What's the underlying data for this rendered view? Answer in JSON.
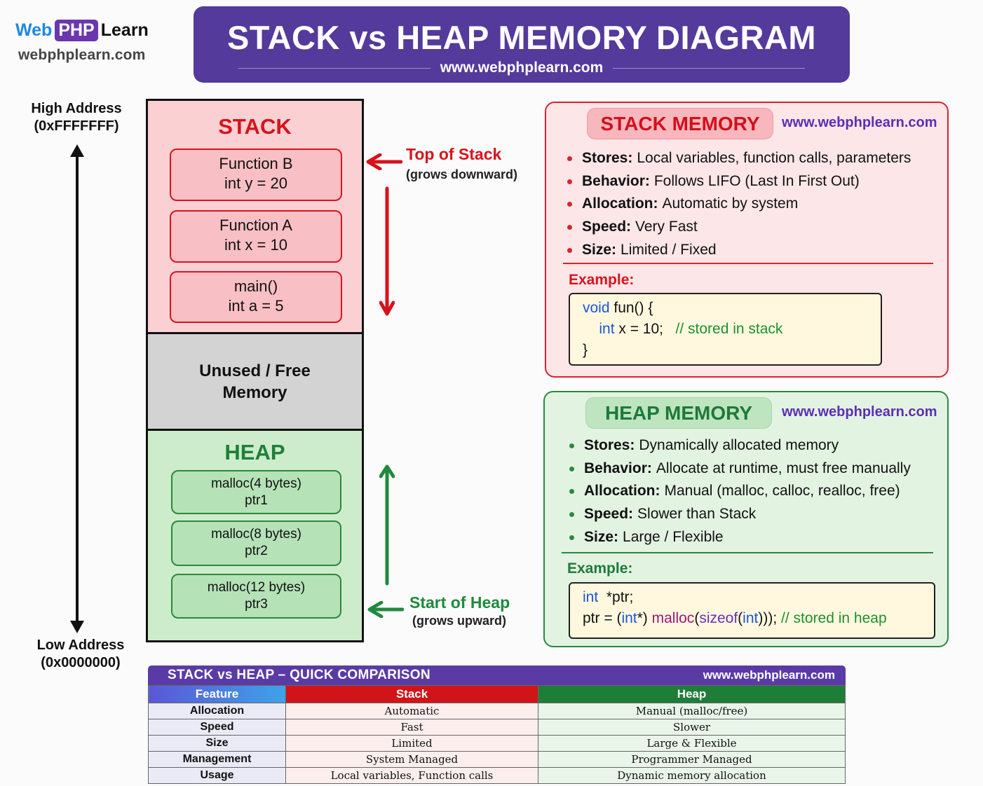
{
  "logo": {
    "part1": "Web",
    "part2": "PHP",
    "part3": "Learn",
    "url": "webphplearn.com"
  },
  "banner": {
    "title": "STACK vs HEAP MEMORY DIAGRAM",
    "subtitle": "www.webphplearn.com"
  },
  "address": {
    "high_label": "High Address",
    "high_value": "(0xFFFFFFF)",
    "low_label": "Low Address",
    "low_value": "(0x0000000)",
    "arrow_icon": "double-arrow-vertical-icon"
  },
  "memory": {
    "stack": {
      "title": "STACK",
      "frames": [
        {
          "line1": "Function B",
          "line2": "int y = 20"
        },
        {
          "line1": "Function A",
          "line2": "int x = 10"
        },
        {
          "line1": "main()",
          "line2": "int a = 5"
        }
      ]
    },
    "free": {
      "line1": "Unused / Free",
      "line2": "Memory"
    },
    "heap": {
      "title": "HEAP",
      "blocks": [
        {
          "line1": "malloc(4 bytes)",
          "line2": "ptr1"
        },
        {
          "line1": "malloc(8 bytes)",
          "line2": "ptr2"
        },
        {
          "line1": "malloc(12 bytes)",
          "line2": "ptr3"
        }
      ]
    }
  },
  "annotations": {
    "stack_top": {
      "title": "Top of Stack",
      "sub": "(grows downward)",
      "color": "#d9121b"
    },
    "heap_start": {
      "title": "Start of Heap",
      "sub": "(grows upward)",
      "color": "#1f8a3d"
    }
  },
  "stack_panel": {
    "title": "STACK MEMORY",
    "url": "www.webphplearn.com",
    "accent": "#d9242c",
    "bullets": [
      {
        "label": "Stores:",
        "text": "Local variables, function calls, parameters"
      },
      {
        "label": "Behavior:",
        "text": "Follows LIFO (Last In First Out)"
      },
      {
        "label": "Allocation:",
        "text": "Automatic by system"
      },
      {
        "label": "Speed:",
        "text": "Very Fast"
      },
      {
        "label": "Size:",
        "text": "Limited / Fixed"
      }
    ],
    "example_label": "Example:",
    "code": {
      "l1_kw": "void",
      "l1_rest": " fun() {",
      "l2_kw": "int",
      "l2_rest": " x = 10;",
      "l2_comment": "// stored in stack",
      "l3": "}"
    }
  },
  "heap_panel": {
    "title": "HEAP MEMORY",
    "url": "www.webphplearn.com",
    "accent": "#2a8a3c",
    "bullets": [
      {
        "label": "Stores:",
        "text": "Dynamically allocated memory"
      },
      {
        "label": "Behavior:",
        "text": "Allocate at runtime, must free manually"
      },
      {
        "label": "Allocation:",
        "text": "Manual (malloc, calloc, realloc, free)"
      },
      {
        "label": "Speed:",
        "text": "Slower than Stack"
      },
      {
        "label": "Size:",
        "text": "Large / Flexible"
      }
    ],
    "example_label": "Example:",
    "code": {
      "l1_kw": "int",
      "l1_rest": "  *ptr;",
      "l2_a": "ptr = (",
      "l2_kw1": "int",
      "l2_b": "*) ",
      "l2_fn": "malloc",
      "l2_c": "(",
      "l2_sz": "sizeof",
      "l2_d": "(",
      "l2_kw2": "int",
      "l2_e": ")));",
      "l2_comment": "// stored in heap"
    }
  },
  "comparison": {
    "title": "STACK vs HEAP – QUICK COMPARISON",
    "url": "www.webphplearn.com",
    "headers": [
      "Feature",
      "Stack",
      "Heap"
    ],
    "header_colors": [
      "#3f8fe0",
      "#d01418",
      "#1e7d37"
    ],
    "rows": [
      [
        "Allocation",
        "Automatic",
        "Manual (malloc/free)"
      ],
      [
        "Speed",
        "Fast",
        "Slower"
      ],
      [
        "Size",
        "Limited",
        "Large & Flexible"
      ],
      [
        "Management",
        "System Managed",
        "Programmer Managed"
      ],
      [
        "Usage",
        "Local variables, Function calls",
        "Dynamic memory allocation"
      ]
    ]
  }
}
